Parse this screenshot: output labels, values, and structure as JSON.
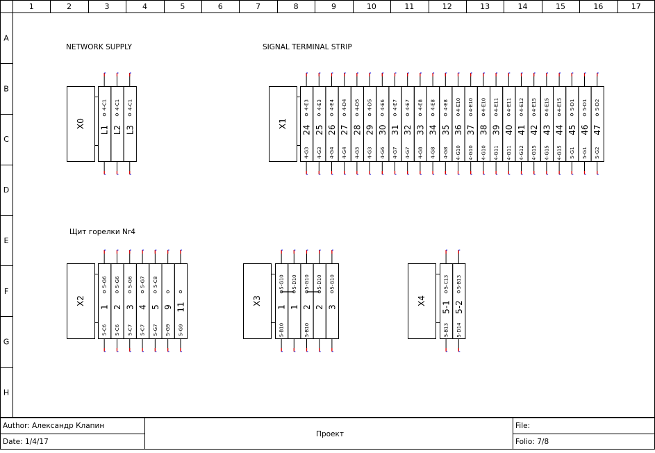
{
  "columns": [
    "1",
    "2",
    "3",
    "4",
    "5",
    "6",
    "7",
    "8",
    "9",
    "10",
    "11",
    "12",
    "13",
    "14",
    "15",
    "16",
    "17"
  ],
  "rows": [
    "A",
    "B",
    "C",
    "D",
    "E",
    "F",
    "G",
    "H"
  ],
  "titles": {
    "network_supply": "NETWORK SUPPLY",
    "signal_strip": "SIGNAL TERMINAL STRIP",
    "burner_panel": "Щит горелки Nr4"
  },
  "blocks": [
    {
      "id": "X0",
      "label": "X0",
      "terminals": [
        {
          "num": "L1",
          "top": "4-C1",
          "bottom": ""
        },
        {
          "num": "L2",
          "top": "4-C1",
          "bottom": ""
        },
        {
          "num": "L3",
          "top": "4-C1",
          "bottom": ""
        }
      ]
    },
    {
      "id": "X1",
      "label": "X1",
      "terminals": [
        {
          "num": "24",
          "top": "4-E3",
          "bottom": "4-G3"
        },
        {
          "num": "25",
          "top": "4-E3",
          "bottom": "4-G3"
        },
        {
          "num": "26",
          "top": "4-E4",
          "bottom": "4-G4"
        },
        {
          "num": "27",
          "top": "4-D4",
          "bottom": "4-G4"
        },
        {
          "num": "28",
          "top": "4-D5",
          "bottom": "4-G3"
        },
        {
          "num": "29",
          "top": "4-D5",
          "bottom": "4-G3"
        },
        {
          "num": "30",
          "top": "4-E6",
          "bottom": "4-G6"
        },
        {
          "num": "31",
          "top": "4-E7",
          "bottom": "4-G7"
        },
        {
          "num": "32",
          "top": "4-E7",
          "bottom": "4-G7"
        },
        {
          "num": "33",
          "top": "4-E8",
          "bottom": "4-G8"
        },
        {
          "num": "34",
          "top": "4-E8",
          "bottom": "4-G8"
        },
        {
          "num": "35",
          "top": "4-E8",
          "bottom": "4-G8"
        },
        {
          "num": "36",
          "top": "4-E10",
          "bottom": "4-G10"
        },
        {
          "num": "37",
          "top": "4-E10",
          "bottom": "4-G10"
        },
        {
          "num": "38",
          "top": "4-E10",
          "bottom": "4-G10"
        },
        {
          "num": "39",
          "top": "4-E11",
          "bottom": "4-G11"
        },
        {
          "num": "40",
          "top": "4-E11",
          "bottom": "4-G11"
        },
        {
          "num": "41",
          "top": "4-E12",
          "bottom": "4-G12"
        },
        {
          "num": "42",
          "top": "4-E15",
          "bottom": "4-G15"
        },
        {
          "num": "43",
          "top": "4-E15",
          "bottom": "4-G15"
        },
        {
          "num": "44",
          "top": "4-E15",
          "bottom": "4-G15"
        },
        {
          "num": "45",
          "top": "5-D1",
          "bottom": "5-G1"
        },
        {
          "num": "46",
          "top": "5-D1",
          "bottom": "5-G1"
        },
        {
          "num": "47",
          "top": "5-D2",
          "bottom": "5-G2"
        }
      ]
    },
    {
      "id": "X2",
      "label": "X2",
      "terminals": [
        {
          "num": "1",
          "top": "5-G6",
          "bottom": "5-C6"
        },
        {
          "num": "2",
          "top": "5-G6",
          "bottom": "5-C6"
        },
        {
          "num": "3",
          "top": "5-G6",
          "bottom": "5-C7"
        },
        {
          "num": "4",
          "top": "5-G7",
          "bottom": "5-C7"
        },
        {
          "num": "5",
          "top": "5-C8",
          "bottom": "5-G7"
        },
        {
          "num": "9",
          "top": "",
          "bottom": "5-G9"
        },
        {
          "num": "11",
          "top": "",
          "bottom": "5-G9"
        }
      ]
    },
    {
      "id": "X3",
      "label": "X3",
      "bridges": [
        [
          0,
          1
        ],
        [
          2,
          3
        ]
      ],
      "terminals": [
        {
          "num": "1",
          "top": "5-G10",
          "bottom": "5-B10"
        },
        {
          "num": "1",
          "top": "5-D10",
          "bottom": ""
        },
        {
          "num": "2",
          "top": "5-G10",
          "bottom": "5-B10"
        },
        {
          "num": "2",
          "top": "5-D10",
          "bottom": ""
        },
        {
          "num": "3",
          "top": "5-G10",
          "bottom": ""
        }
      ]
    },
    {
      "id": "X4",
      "label": "X4",
      "terminals": [
        {
          "num": "5-1",
          "top": "5-C13",
          "bottom": "5-B13"
        },
        {
          "num": "5-2",
          "top": "5-B13",
          "bottom": "5-D14"
        }
      ]
    }
  ],
  "footer": {
    "author": "Author: Александр Клапин",
    "date": "Date: 1/4/17",
    "title": "Проект",
    "file": "File:",
    "folio": "Folio: 7/8"
  },
  "colors": {
    "line": "#000000",
    "wire_end_red": "#e00000",
    "wire_end_blue": "#0000e0",
    "label_grey": "#444444"
  }
}
